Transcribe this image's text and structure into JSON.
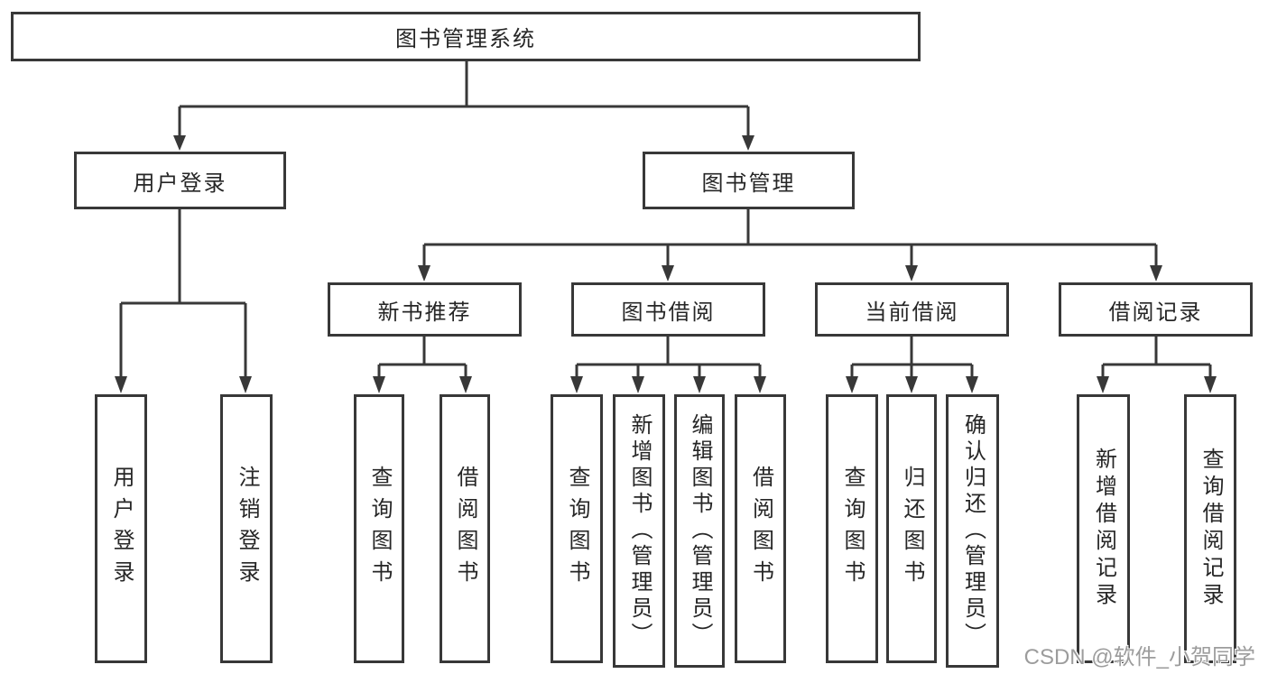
{
  "diagram": {
    "root_label": "图书管理系统",
    "level2": [
      {
        "label": "用户登录"
      },
      {
        "label": "图书管理"
      }
    ],
    "level3": [
      {
        "label": "新书推荐"
      },
      {
        "label": "图书借阅"
      },
      {
        "label": "当前借阅"
      },
      {
        "label": "借阅记录"
      }
    ],
    "leaves": {
      "user": [
        "用户登录",
        "注销登录"
      ],
      "rec": [
        "查询图书",
        "借阅图书"
      ],
      "borrow": [
        "查询图书",
        "新增图书（管理员）",
        "编辑图书（管理员）",
        "借阅图书"
      ],
      "current": [
        "查询图书",
        "归还图书",
        "确认归还（管理员）"
      ],
      "record": [
        "新增借阅记录",
        "查询借阅记录"
      ]
    }
  },
  "watermark": "CSDN @软件_小贺同学",
  "colors": {
    "line": "#383838",
    "text": "#262626",
    "background": "#ffffff",
    "watermark": "#9c9c9c"
  }
}
